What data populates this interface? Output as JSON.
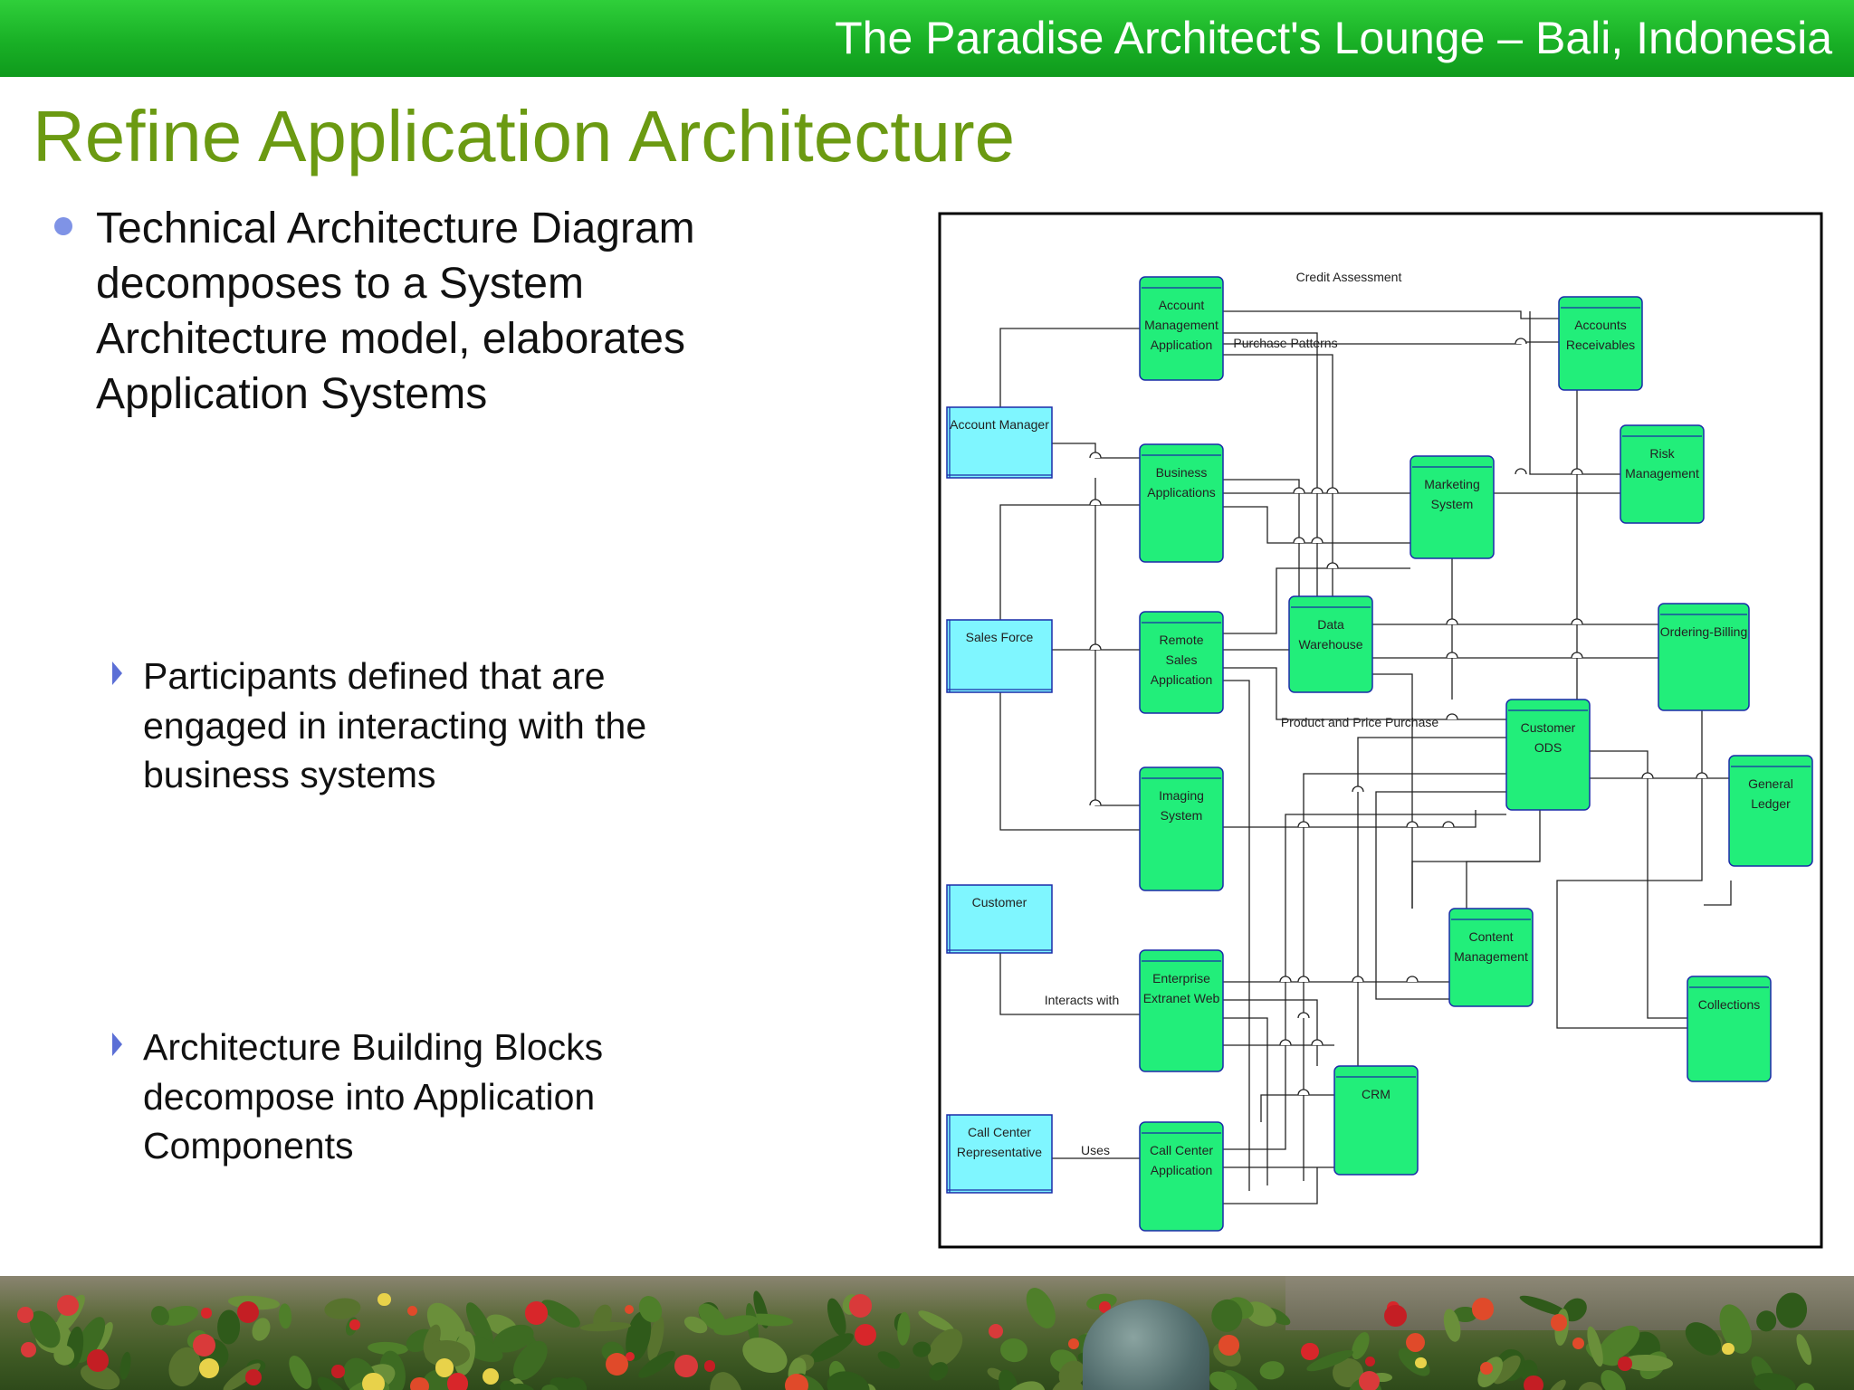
{
  "header": {
    "title": "The Paradise Architect's Lounge – Bali, Indonesia"
  },
  "slide": {
    "title": "Refine Application Architecture",
    "main_bullet": "Technical Architecture Diagram decomposes to a System Architecture model, elaborates Application Systems",
    "sub_bullets": [
      "Participants defined that are engaged in interacting with the business systems",
      "Architecture Building Blocks decompose into Application Components"
    ]
  },
  "diagram": {
    "colors": {
      "actor_fill": "#7ff6ff",
      "system_fill": "#22ee7a",
      "border": "#1a2ca8",
      "line": "#222222"
    },
    "actors": [
      {
        "id": "account-manager",
        "lines": [
          "Account Manager"
        ]
      },
      {
        "id": "sales-force",
        "lines": [
          "Sales Force"
        ]
      },
      {
        "id": "customer",
        "lines": [
          "Customer"
        ]
      },
      {
        "id": "call-center-representative",
        "lines": [
          "Call Center",
          "Representative"
        ]
      }
    ],
    "systems": [
      {
        "id": "account-management-application",
        "lines": [
          "Account",
          "Management",
          "Application"
        ]
      },
      {
        "id": "business-applications",
        "lines": [
          "Business",
          "Applications"
        ]
      },
      {
        "id": "remote-sales-application",
        "lines": [
          "Remote",
          "Sales",
          "Application"
        ]
      },
      {
        "id": "imaging-system",
        "lines": [
          "Imaging",
          "System"
        ]
      },
      {
        "id": "enterprise-extranet-web",
        "lines": [
          "Enterprise",
          "Extranet Web"
        ]
      },
      {
        "id": "call-center-application",
        "lines": [
          "Call Center",
          "Application"
        ]
      },
      {
        "id": "data-warehouse",
        "lines": [
          "Data",
          "Warehouse"
        ]
      },
      {
        "id": "marketing-system",
        "lines": [
          "Marketing",
          "System"
        ]
      },
      {
        "id": "accounts-receivables",
        "lines": [
          "Accounts",
          "Receivables"
        ]
      },
      {
        "id": "risk-management",
        "lines": [
          "Risk",
          "Management"
        ]
      },
      {
        "id": "ordering-billing",
        "lines": [
          "Ordering-Billing"
        ]
      },
      {
        "id": "customer-ods",
        "lines": [
          "Customer",
          "ODS"
        ]
      },
      {
        "id": "general-ledger",
        "lines": [
          "General",
          "Ledger"
        ]
      },
      {
        "id": "content-management",
        "lines": [
          "Content",
          "Management"
        ]
      },
      {
        "id": "collections",
        "lines": [
          "Collections"
        ]
      },
      {
        "id": "crm",
        "lines": [
          "CRM"
        ]
      }
    ],
    "edge_labels": {
      "credit_assessment": "Credit Assessment",
      "purchase_patterns": "Purchase Patterns",
      "product_and_price_purchase": "Product and Price Purchase",
      "interacts_with": "Interacts with",
      "uses": "Uses"
    }
  }
}
